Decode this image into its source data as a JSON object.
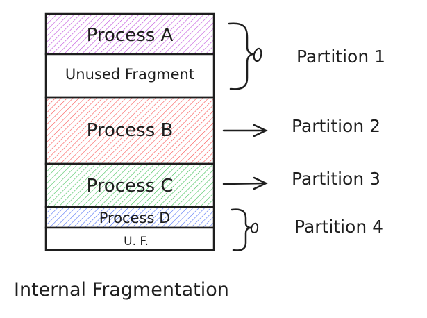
{
  "diagram": {
    "caption": "Internal Fragmentation",
    "blocks": [
      {
        "id": "process-a",
        "label": "Process A",
        "fill": "#be4bdb"
      },
      {
        "id": "unused-fragment",
        "label": "Unused Fragment",
        "fill": "#ffffff"
      },
      {
        "id": "process-b",
        "label": "Process B",
        "fill": "#fa5252"
      },
      {
        "id": "process-c",
        "label": "Process C",
        "fill": "#40c057"
      },
      {
        "id": "process-d",
        "label": "Process D",
        "fill": "#4c6ef5"
      },
      {
        "id": "uf",
        "label": "U. F.",
        "fill": "#ffffff"
      }
    ],
    "partitions": [
      {
        "label": "Partition 1",
        "connector": "brace"
      },
      {
        "label": "Partition 2",
        "connector": "arrow"
      },
      {
        "label": "Partition 3",
        "connector": "arrow"
      },
      {
        "label": "Partition 4",
        "connector": "brace"
      }
    ],
    "colors": {
      "stroke": "#1e1e1e",
      "background": "#ffffff"
    }
  }
}
